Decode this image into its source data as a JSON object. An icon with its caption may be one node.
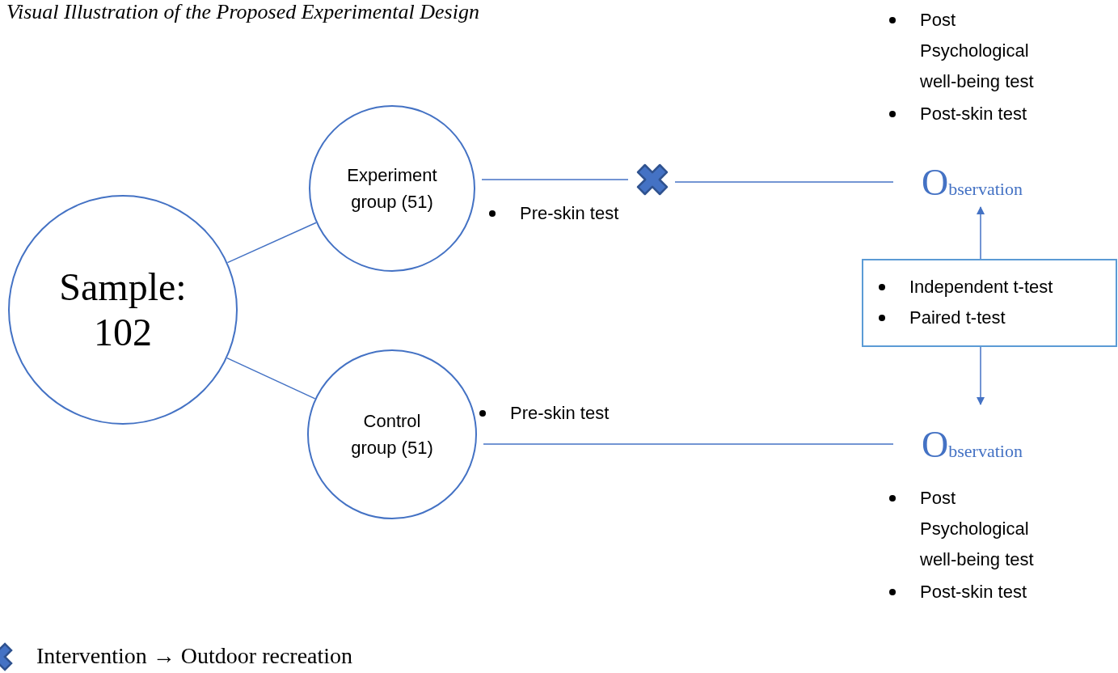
{
  "diagram": {
    "title": "Visual Illustration of the Proposed Experimental Design",
    "nodes": [
      {
        "text": [
          "Sample: 102"
        ]
      },
      {
        "text": [
          "Experiment group (51)"
        ]
      },
      {
        "text": [
          "Control group (51)"
        ]
      },
      {
        "text": [],
        "shape": "cross"
      },
      {
        "text": [
          "Observation"
        ]
      },
      {
        "text": [
          "Observation"
        ]
      },
      {
        "text": [
          "Independent t-test",
          "Paired t-test"
        ]
      }
    ],
    "edges": [
      {
        "from": 0,
        "to": 1,
        "arrow": "none"
      },
      {
        "from": 0,
        "to": 2,
        "arrow": "none"
      },
      {
        "from": 1,
        "to": 3,
        "arrow": "none"
      },
      {
        "from": 3,
        "to": 4,
        "arrow": "none"
      },
      {
        "from": 2,
        "to": 5,
        "arrow": "none"
      },
      {
        "from": 6,
        "to": 4,
        "arrow": "to"
      },
      {
        "from": 6,
        "to": 5,
        "arrow": "to"
      }
    ],
    "labels": [
      "Post Psychological well-being test",
      "Post-skin test",
      "Pre-skin test",
      "Pre-skin test",
      "Post Psychological well-being test",
      "Post-skin test"
    ],
    "legend": [
      {
        "text": "Intervention → Outdoor recreation"
      }
    ]
  }
}
